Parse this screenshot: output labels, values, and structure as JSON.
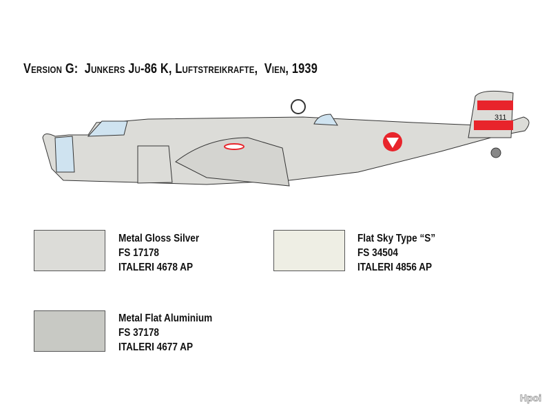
{
  "title": "Version G:  Junkers Ju-86 K, Luftstreikrafte,  Vien, 1939",
  "aircraft": {
    "code": "311",
    "roundel_color": "#e8242b",
    "fuselage_color": "#dcdcd8"
  },
  "colors": [
    {
      "name": "Metal Gloss Silver",
      "fs": "FS 17178",
      "italeri": "ITALERI 4678 AP",
      "hex": "#dcdcd8"
    },
    {
      "name": "Flat Sky Type “S”",
      "fs": "FS 34504",
      "italeri": "ITALERI 4856 AP",
      "hex": "#eeeee4"
    },
    {
      "name": "Metal Flat Aluminium",
      "fs": "FS 37178",
      "italeri": "ITALERI 4677 AP",
      "hex": "#c8c9c4"
    }
  ],
  "watermark": "Hpoi"
}
